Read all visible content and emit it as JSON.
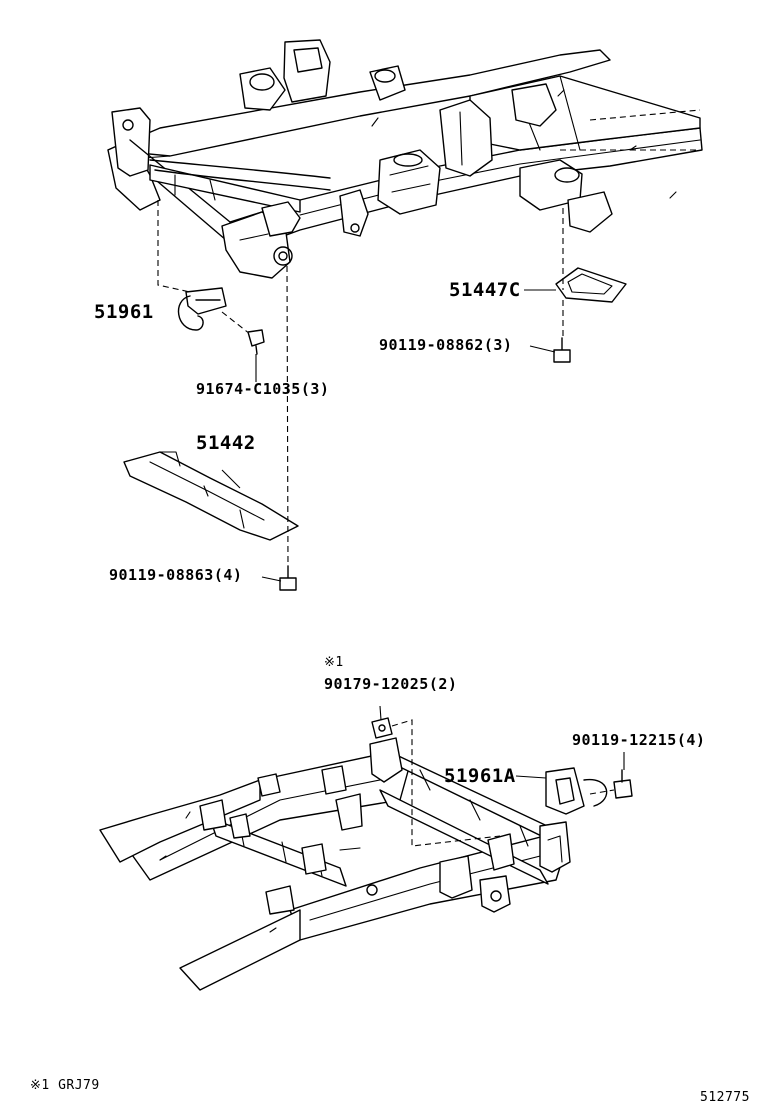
{
  "callouts": {
    "p51961": "51961",
    "p91674": "91674-C1035(3)",
    "p51447c": "51447C",
    "p90119_08862": "90119-08862(3)",
    "p51442": "51442",
    "p90119_08863": "90119-08863(4)",
    "note_mark": "※1",
    "p90179": "90179-12025(2)",
    "p90119_12215": "90119-12215(4)",
    "p51961a": "51961A"
  },
  "footnote": {
    "mark": "※1",
    "text": "GRJ79"
  },
  "diagram_number": "512775"
}
